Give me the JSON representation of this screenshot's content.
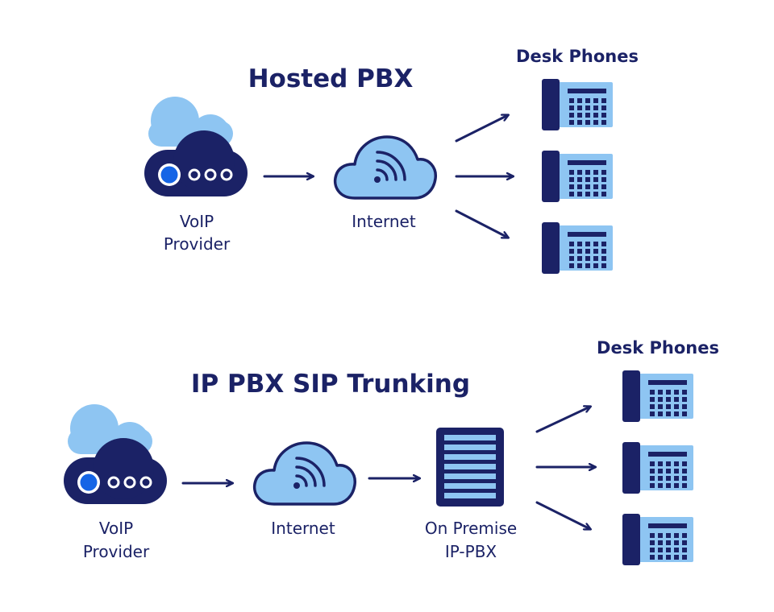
{
  "colors": {
    "navy": "#1b2266",
    "light_blue": "#8ec5f2",
    "accent_blue": "#1565e6",
    "background": "#ffffff"
  },
  "hosted": {
    "title": "Hosted PBX",
    "provider_label_line1": "VoIP",
    "provider_label_line2": "Provider",
    "internet_label": "Internet",
    "phones_label": "Desk Phones",
    "icons": [
      "provider-cloud-icon",
      "internet-cloud-icon",
      "desk-phone-icon"
    ]
  },
  "sip": {
    "title": "IP PBX SIP Trunking",
    "provider_label_line1": "VoIP",
    "provider_label_line2": "Provider",
    "internet_label": "Internet",
    "pbx_label_line1": "On Premise",
    "pbx_label_line2": "IP-PBX",
    "phones_label": "Desk Phones",
    "icons": [
      "provider-cloud-icon",
      "internet-cloud-icon",
      "server-rack-icon",
      "desk-phone-icon"
    ]
  }
}
